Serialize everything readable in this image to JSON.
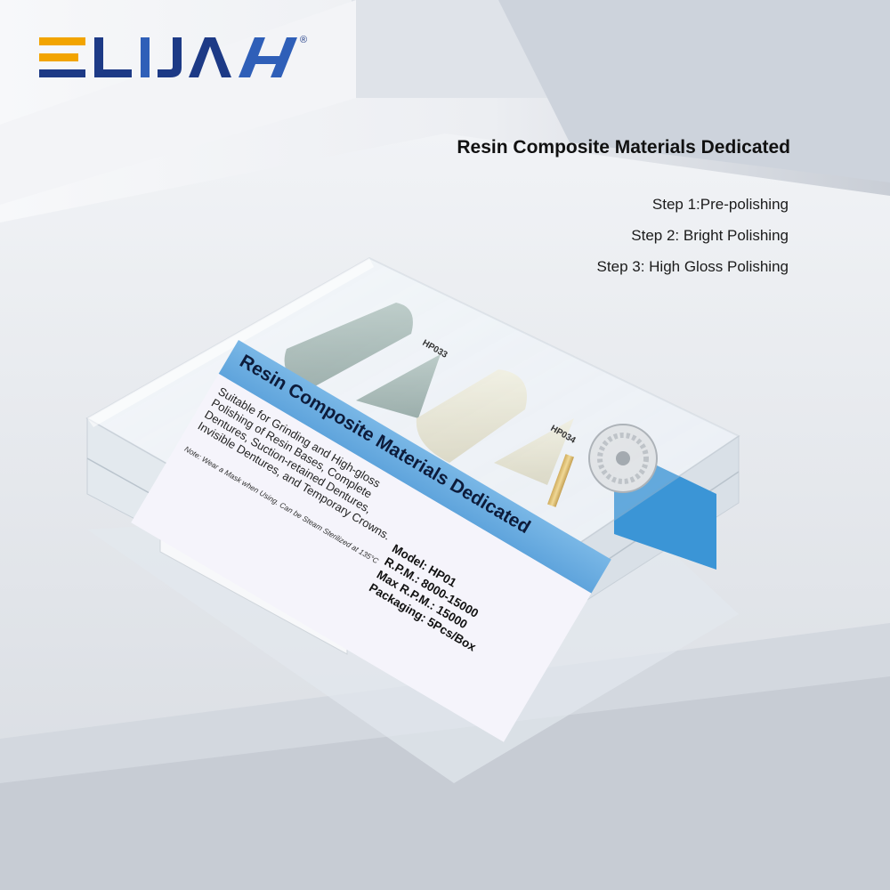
{
  "brand": {
    "logo_text": "ELIJAH",
    "registered_mark": "®",
    "logo_colors": [
      "#f2a400",
      "#1d3a86",
      "#2f5fb8"
    ]
  },
  "headline": "Resin Composite Materials Dedicated",
  "steps": [
    "Step 1:Pre-polishing",
    "Step 2: Bright Polishing",
    "Step 3: High Gloss Polishing"
  ],
  "product_label": {
    "title": "Resin Composite Materials Dedicated",
    "description": "Suitable for Grinding and High-gloss Polishing of Resin Bases, Complete Dentures, Suction-retained Dentures, Invisible Dentures, and Temporary Crowns.",
    "note": "Note: Wear a Mask when Using. Can be Steam Sterilized at 135°C",
    "specs": [
      "Model: HP01",
      "R.P.M.: 8000-15000",
      "Max R.P.M.: 15000",
      "Packaging: 5Pcs/Box"
    ],
    "accent_color": "#5fa4dc"
  },
  "tool_tags": [
    "HP033",
    "HP034"
  ]
}
